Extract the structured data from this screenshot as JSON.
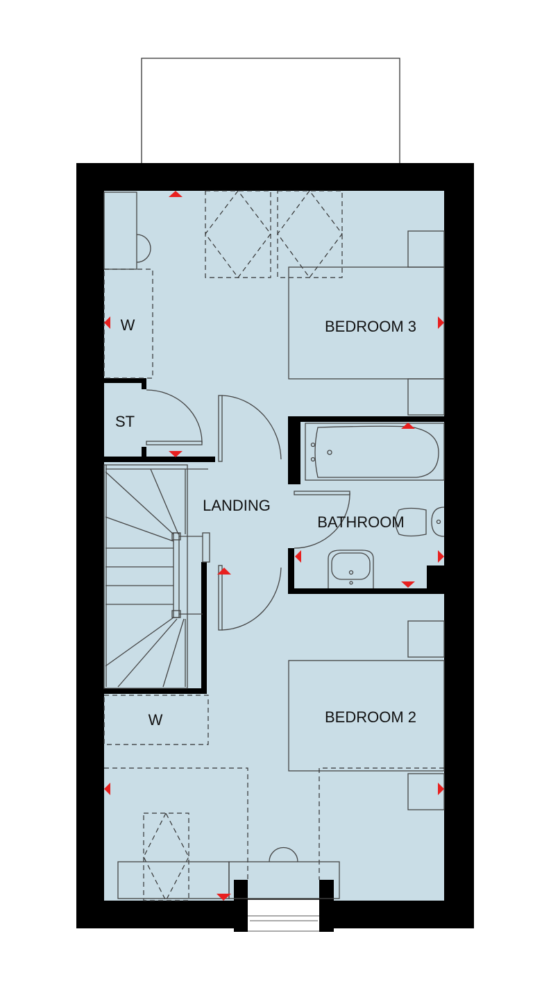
{
  "plan": {
    "rooms": {
      "bedroom3": "BEDROOM 3",
      "bedroom2": "BEDROOM 2",
      "landing": "LANDING",
      "bathroom": "BATHROOM",
      "store": "ST",
      "wardrobe_top": "W",
      "wardrobe_bottom": "W"
    },
    "colors": {
      "floor": "#c9dde6",
      "wall": "#000000",
      "marker": "#e8201f"
    }
  }
}
